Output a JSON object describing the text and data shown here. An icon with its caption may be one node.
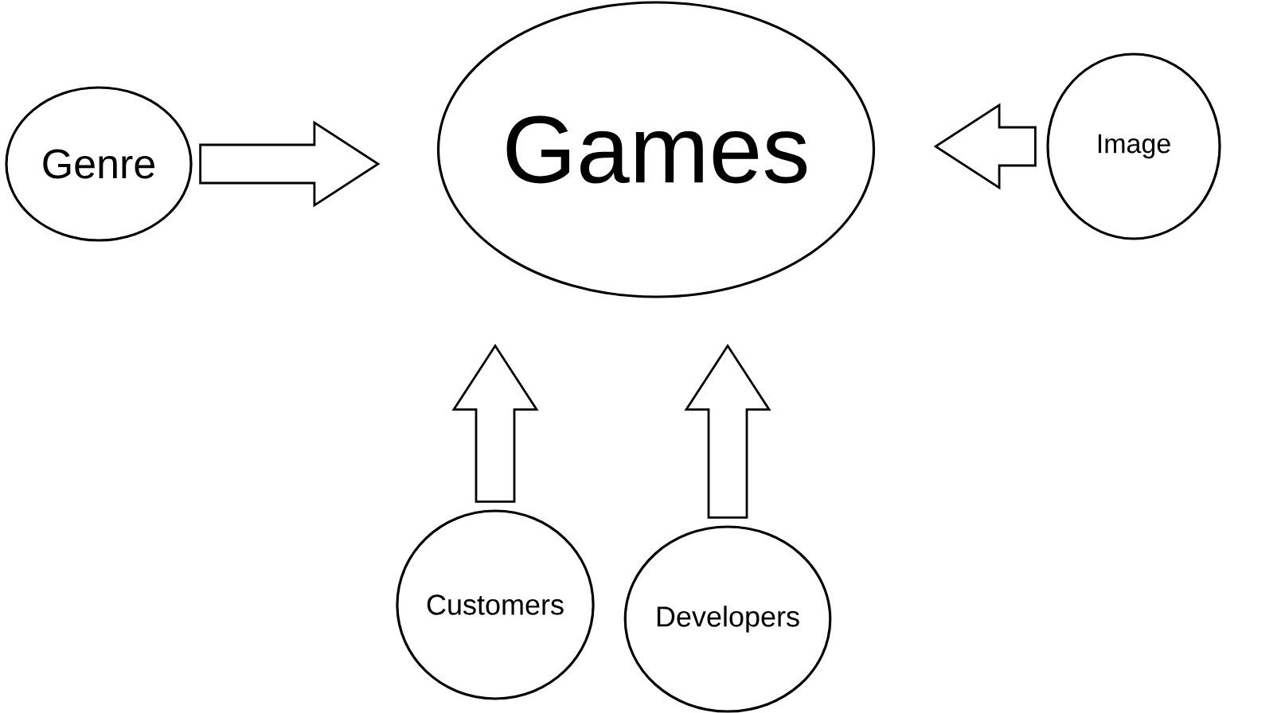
{
  "diagram": {
    "nodes": [
      {
        "text": [
          "Genre"
        ]
      },
      {
        "text": [
          "Games"
        ]
      },
      {
        "text": [
          "Image"
        ]
      },
      {
        "text": [
          "Customers"
        ]
      },
      {
        "text": [
          "Developers"
        ]
      }
    ],
    "edges": [
      {
        "from": 0,
        "to": 1,
        "arrow": "to"
      },
      {
        "from": 2,
        "to": 1,
        "arrow": "to"
      },
      {
        "from": 3,
        "to": 1,
        "arrow": "to"
      },
      {
        "from": 4,
        "to": 1,
        "arrow": "to"
      }
    ]
  }
}
